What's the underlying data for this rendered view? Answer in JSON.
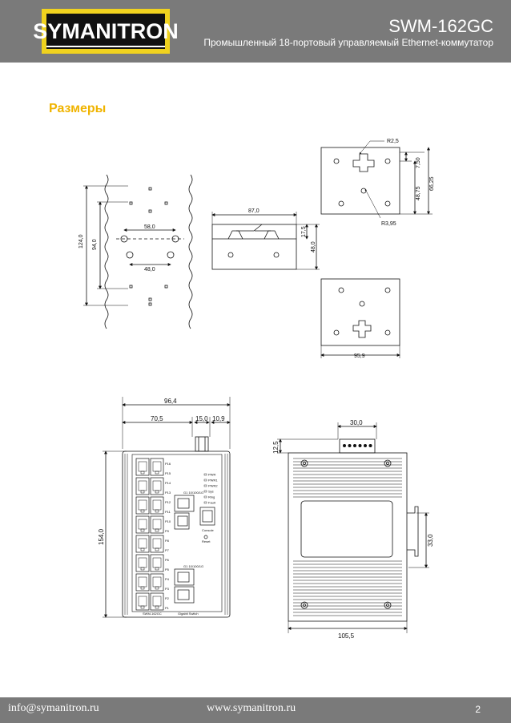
{
  "header": {
    "logo_text": "SYMANITRON",
    "model": "SWM-162GC",
    "subtitle": "Промышленный 18-портовый управляемый Ethernet-коммутатор",
    "colors": {
      "bar": "#7a7a7a",
      "logo_accent": "#f0d21e"
    }
  },
  "section": {
    "title": "Размеры",
    "color": "#f0b400"
  },
  "side_view": {
    "overall_height": "124,0",
    "hole_pitch_vertical": "94,0",
    "hole_span_top": "58,0",
    "hole_span_bottom": "48,0"
  },
  "din_view": {
    "width": "87,0",
    "top_offset": "17,5",
    "height": "48,0"
  },
  "bracket_top": {
    "radius_top": "R2,5",
    "radius_bottom": "R3,95",
    "offset": "7,50",
    "height_a": "48,75",
    "height_b": "66,25"
  },
  "bracket_bottom": {
    "width": "95,9"
  },
  "front_view": {
    "overall_width": "96,4",
    "width_a": "70,5",
    "width_b": "15,0",
    "width_c": "10,9",
    "height": "154,0",
    "port_labels": [
      "P16",
      "P15",
      "P14",
      "P13",
      "P12",
      "P11",
      "P10",
      "P9",
      "P8",
      "P7",
      "P6",
      "P5",
      "P4",
      "P3",
      "P2",
      "P1"
    ],
    "led_labels": [
      "PWR",
      "PWR1",
      "PWR2",
      "Sys",
      "Ring",
      "Fault"
    ],
    "sfp_label": "G1 10/100/1G",
    "console_label": "Console",
    "reset_label": "Reset",
    "model_plate": "SWM-162GC",
    "brand_plate": "Gigabit Switch"
  },
  "back_view": {
    "terminal_width": "30,0",
    "terminal_height": "12,5",
    "din_height": "33,0",
    "width": "105,5"
  },
  "footer": {
    "email": "info@symanitron.ru",
    "website": "www.symanitron.ru",
    "page": "2"
  }
}
